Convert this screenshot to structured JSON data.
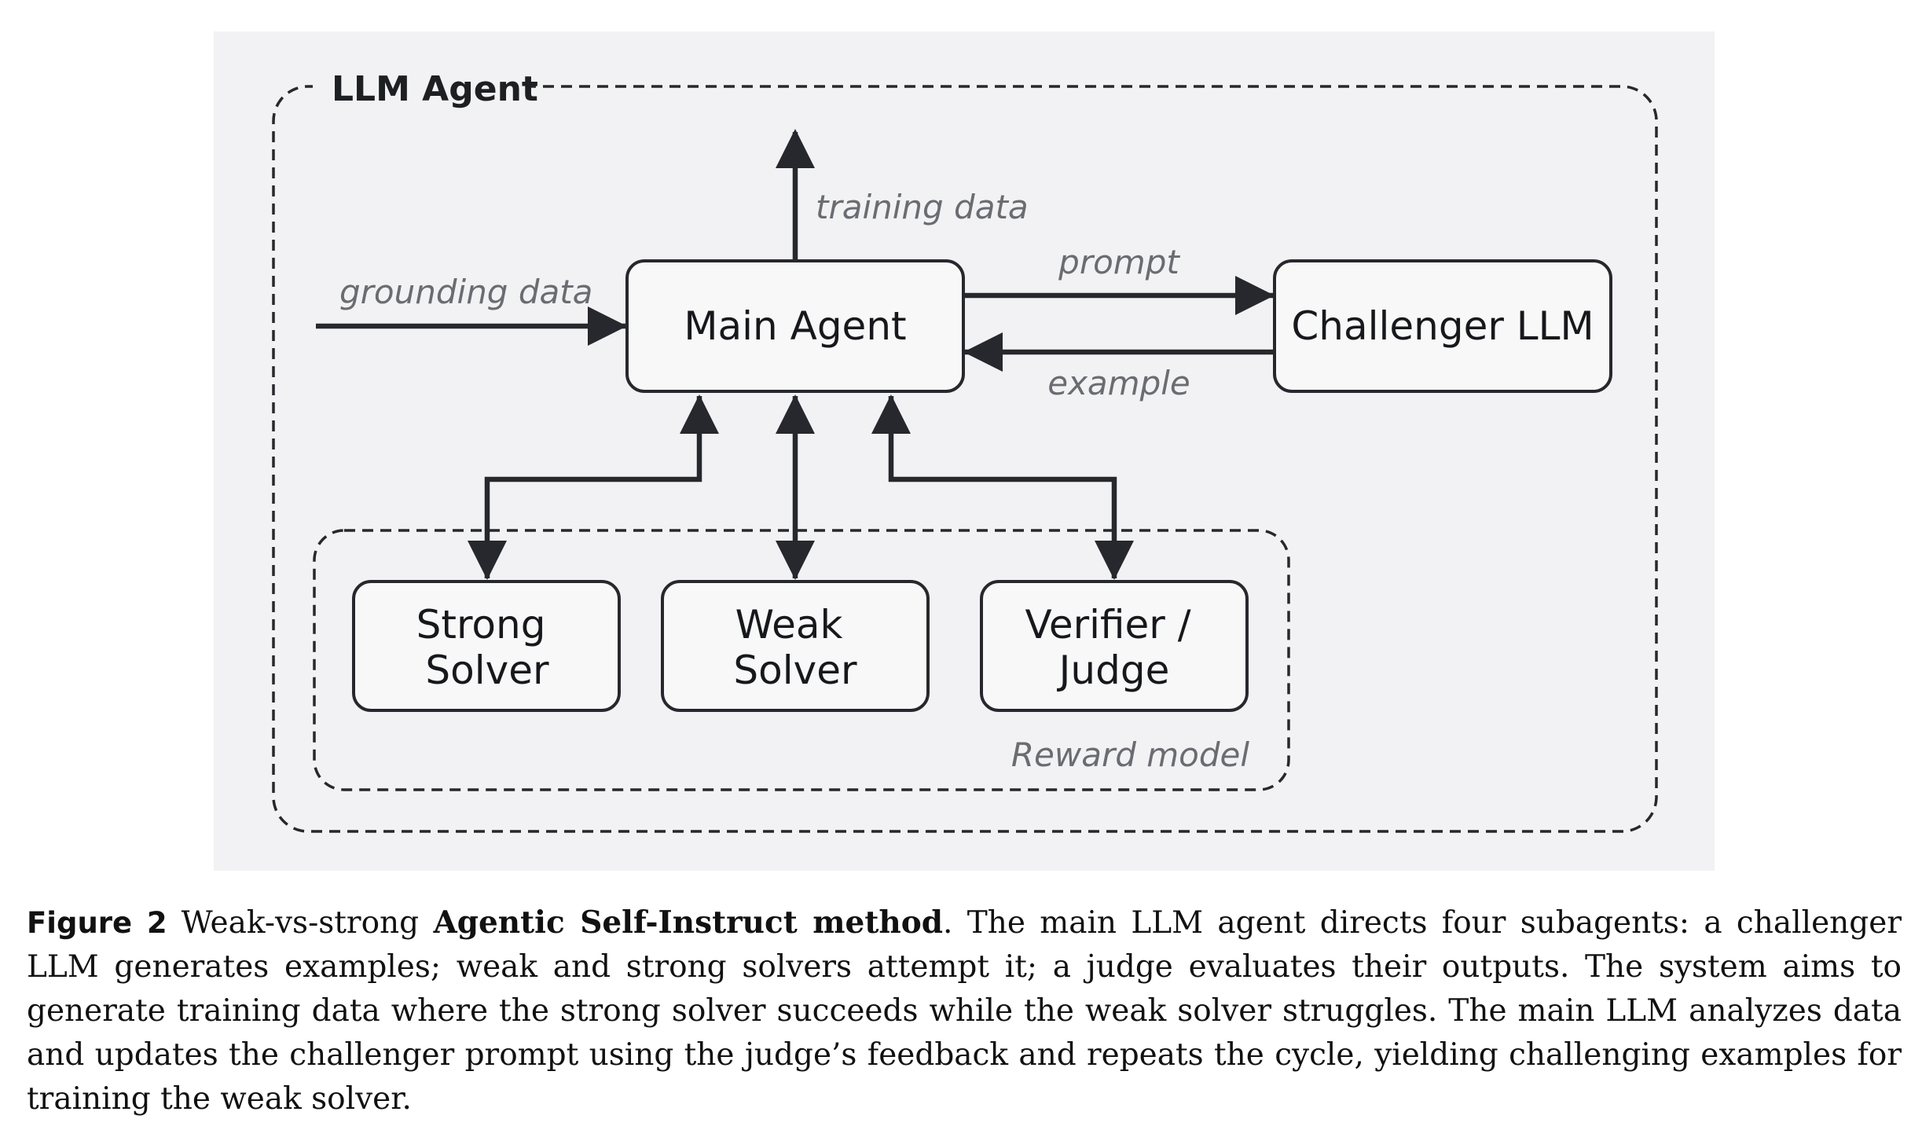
{
  "diagram": {
    "group_outer_title": "LLM Agent",
    "group_inner_title": "Reward model",
    "nodes": {
      "main_agent": "Main Agent",
      "challenger": "Challenger LLM",
      "strong_solver": [
        "Strong",
        "Solver"
      ],
      "weak_solver": [
        "Weak",
        "Solver"
      ],
      "verifier": [
        "Verifier /",
        "Judge"
      ]
    },
    "edges": {
      "training_data": "training data",
      "grounding_data": "grounding data",
      "prompt": "prompt",
      "example": "example"
    },
    "colors": {
      "panel_background": "#f2f2f4",
      "stroke": "#26282d",
      "node_fill": "#f8f8f9",
      "edge_label": "#6a6c72"
    }
  },
  "caption": {
    "label": "Figure 2",
    "lead": "Weak-vs-strong ",
    "method": "Agentic Self-Instruct method",
    "body": ". The main LLM agent directs four subagents: a challenger LLM generates examples; weak and strong solvers attempt it; a judge evaluates their outputs. The system aims to generate training data where the strong solver succeeds while the weak solver struggles. The main LLM analyzes data and updates the challenger prompt using the judge’s feedback and repeats the cycle, yielding challenging examples for training the weak solver."
  }
}
